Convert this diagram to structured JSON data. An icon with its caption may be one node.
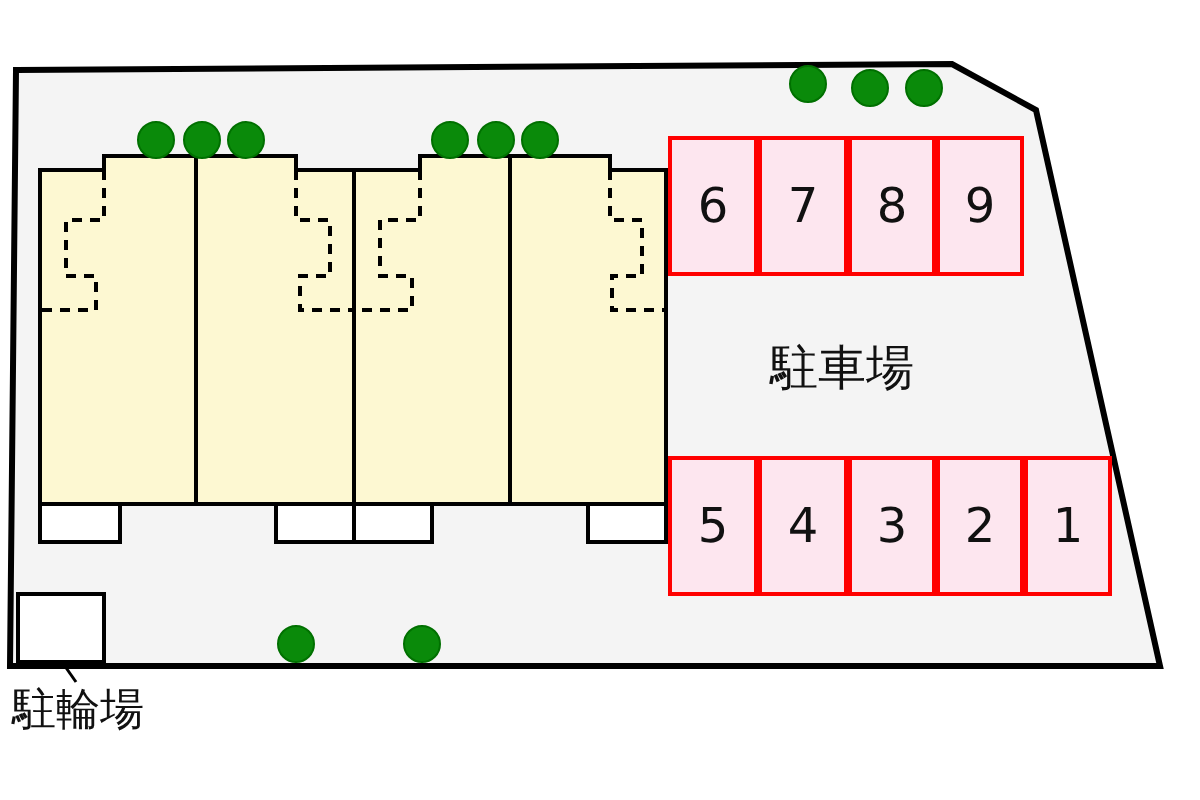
{
  "diagram": {
    "nodes": [
      {
        "text": [
          "6"
        ]
      },
      {
        "text": [
          "7"
        ]
      },
      {
        "text": [
          "8"
        ]
      },
      {
        "text": [
          "9"
        ]
      },
      {
        "text": [
          "5"
        ]
      },
      {
        "text": [
          "4"
        ]
      },
      {
        "text": [
          "3"
        ]
      },
      {
        "text": [
          "2"
        ]
      },
      {
        "text": [
          "1"
        ]
      },
      {
        "text": [],
        "shape": "box"
      },
      {
        "text": [
          "駐輪場"
        ]
      }
    ],
    "edges": [
      {
        "from": 10,
        "to": 9,
        "arrow": "none"
      }
    ],
    "labels": [
      "駐車場"
    ]
  }
}
